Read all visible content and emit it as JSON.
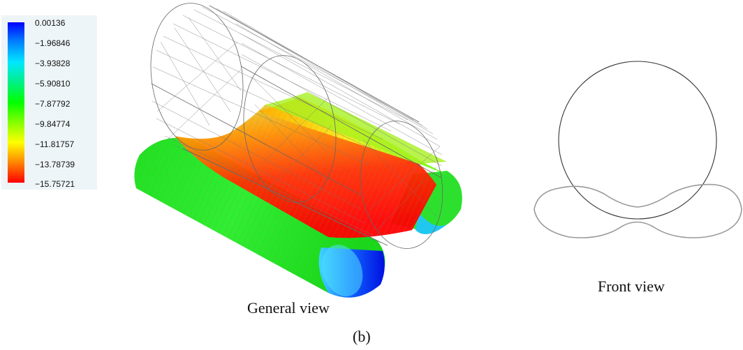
{
  "legend": {
    "values": [
      "0.00136",
      "−1.96846",
      "−3.93828",
      "−5.90810",
      "−7.87792",
      "−9.84774",
      "−11.81757",
      "−13.78739",
      "−15.75721"
    ],
    "colors": [
      "#0000ff",
      "#00c0ff",
      "#00ffd0",
      "#00e060",
      "#00ff00",
      "#a0ff00",
      "#ffff00",
      "#ff7000",
      "#ff0000"
    ]
  },
  "captions": {
    "general": "General view",
    "front": "Front view",
    "subfigure": "(b)"
  }
}
